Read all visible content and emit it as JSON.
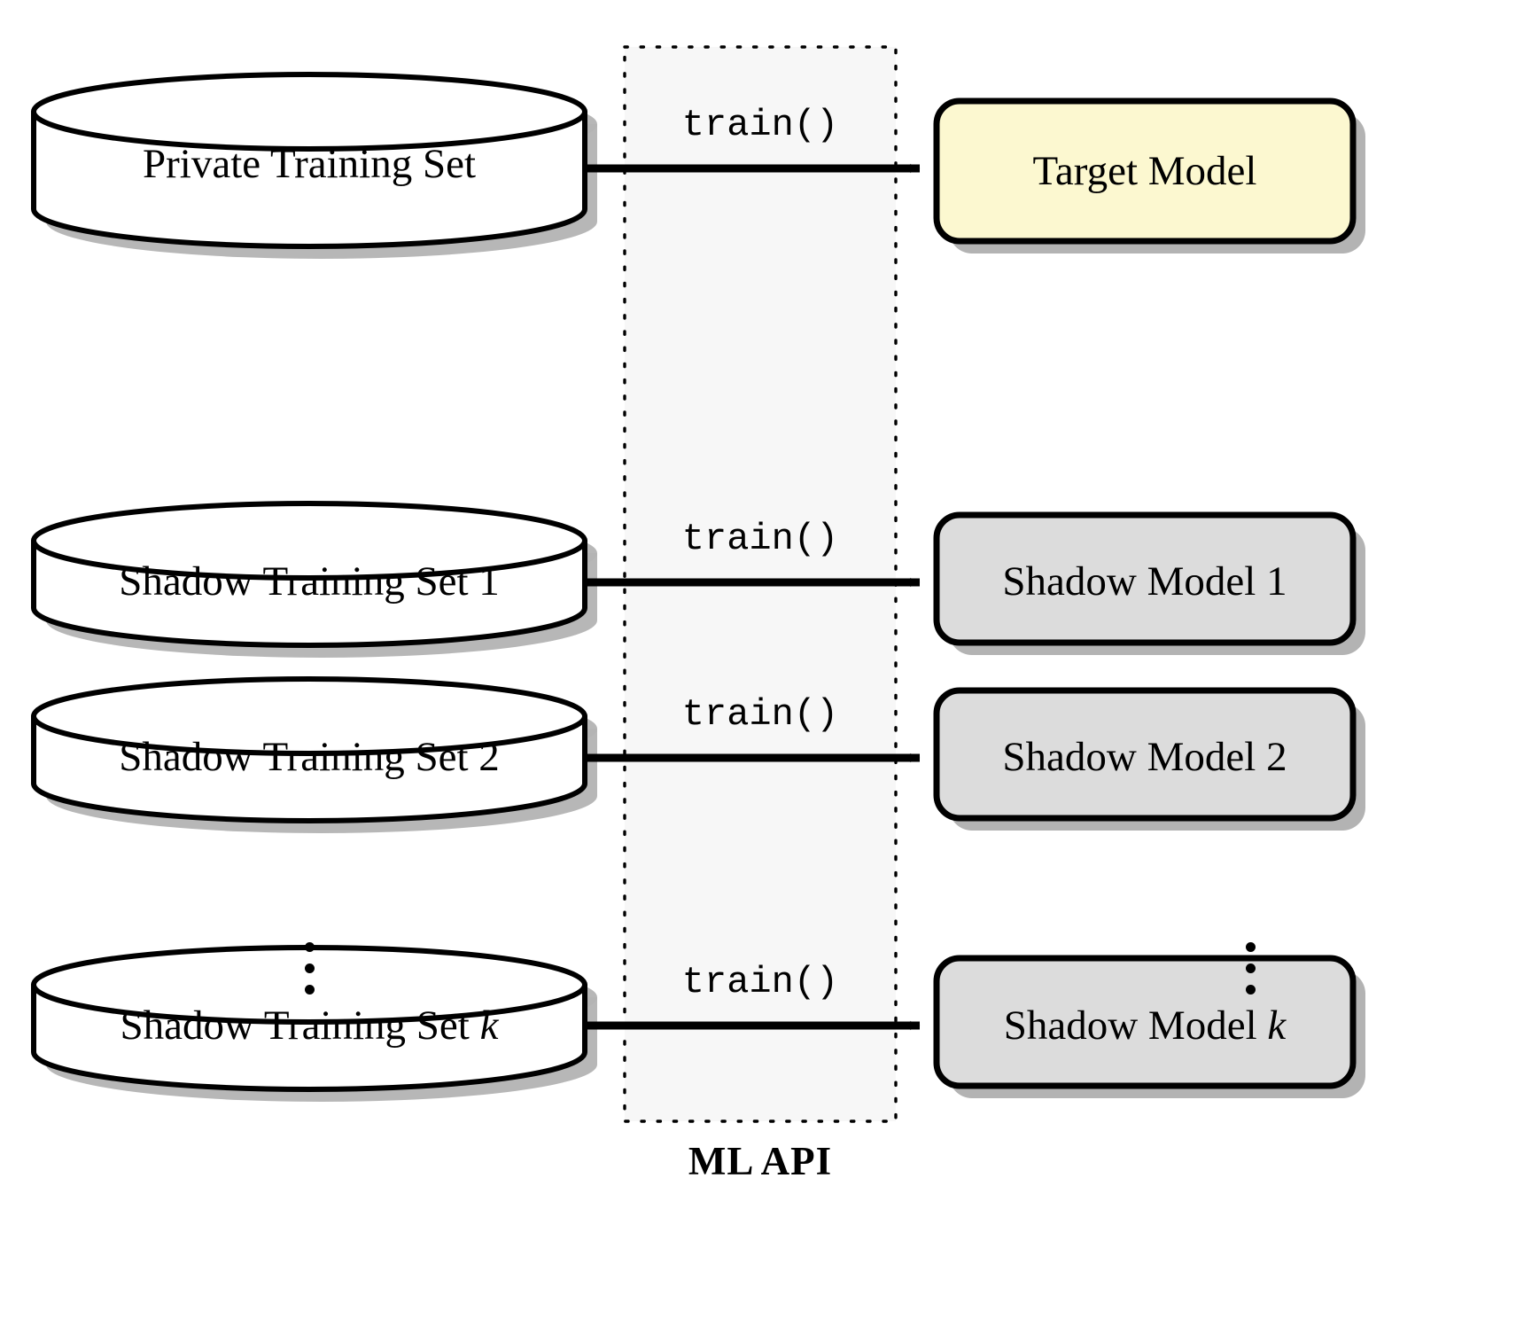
{
  "figure": {
    "type": "diagram",
    "title": "Shadow model training via ML API",
    "background": "#ffffff"
  },
  "palette": {
    "target_model_fill": "#fcf8d0",
    "shadow_model_fill": "#dcdcdc",
    "api_region_fill": "#f7f7f7",
    "stroke": "#000000",
    "drop_shadow": "#b3b3b3"
  },
  "api_region": {
    "label": "ML API",
    "border_style": "dotted"
  },
  "rows": [
    {
      "id": "target",
      "dataset": {
        "label": "Private Training Set",
        "shape": "cylinder",
        "fill": "#ffffff"
      },
      "edge": {
        "label": "train()",
        "style": "solid-arrow"
      },
      "model": {
        "label": "Target Model",
        "shape": "rounded-rect",
        "fill": "#fcf8d0"
      }
    },
    {
      "id": "shadow-1",
      "dataset": {
        "label": "Shadow Training Set 1",
        "shape": "cylinder",
        "fill": "#ffffff"
      },
      "edge": {
        "label": "train()",
        "style": "solid-arrow"
      },
      "model": {
        "label": "Shadow Model 1",
        "shape": "rounded-rect",
        "fill": "#dcdcdc"
      }
    },
    {
      "id": "shadow-2",
      "dataset": {
        "label": "Shadow Training Set 2",
        "shape": "cylinder",
        "fill": "#ffffff"
      },
      "edge": {
        "label": "train()",
        "style": "solid-arrow"
      },
      "model": {
        "label": "Shadow Model 2",
        "shape": "rounded-rect",
        "fill": "#dcdcdc"
      }
    },
    {
      "id": "shadow-k",
      "dataset": {
        "label_prefix": "Shadow Training Set ",
        "label_index": "k",
        "shape": "cylinder",
        "fill": "#ffffff"
      },
      "edge": {
        "label": "train()",
        "style": "solid-arrow"
      },
      "model": {
        "label_prefix": "Shadow Model ",
        "label_index": "k",
        "shape": "rounded-rect",
        "fill": "#dcdcdc"
      }
    }
  ],
  "ellipsis": {
    "glyph": "vertical-dots",
    "dot_count": 3,
    "left_after_row": "shadow-2",
    "right_after_row": "shadow-2"
  }
}
